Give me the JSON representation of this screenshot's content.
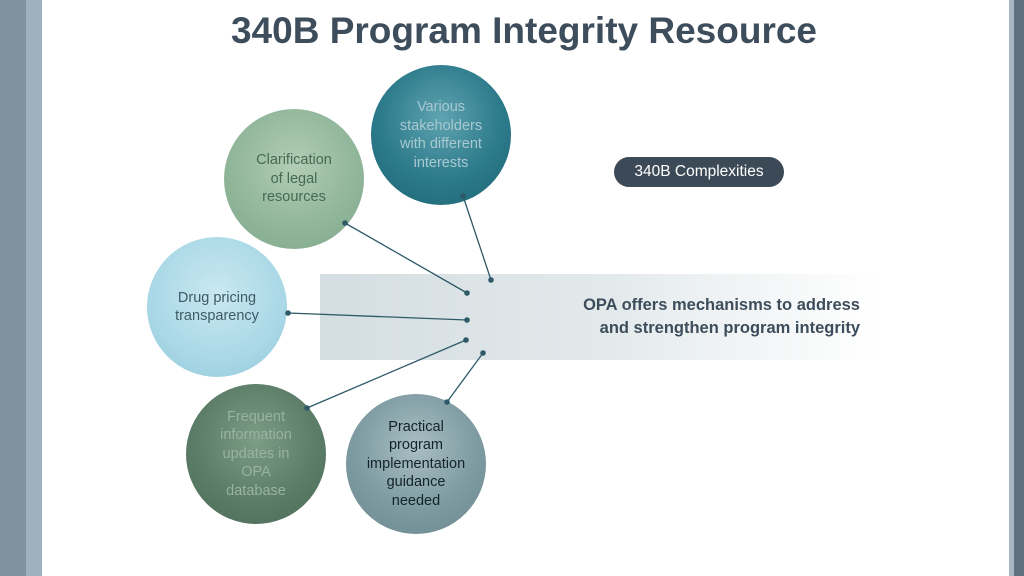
{
  "title": "340B Program Integrity Resource",
  "complexities_label": "340B Complexities",
  "banner_lines": [
    "OPA offers mechanisms to address",
    "and strengthen program integrity"
  ],
  "circles": [
    {
      "lines": [
        "Various",
        "stakeholders",
        "with different",
        "interests"
      ],
      "color": "#2c7a8a"
    },
    {
      "lines": [
        "Clarification",
        "of legal",
        "resources"
      ],
      "color": "#8fb598"
    },
    {
      "lines": [
        "Drug pricing",
        "transparency"
      ],
      "color": "#a9d8e6"
    },
    {
      "lines": [
        "Frequent",
        "information",
        "updates in",
        "OPA",
        "database"
      ],
      "color": "#5b7c66"
    },
    {
      "lines": [
        "Practical",
        "program",
        "implementation",
        "guidance",
        "needed"
      ],
      "color": "#6e8f96"
    }
  ],
  "colors": {
    "title": "#3d4d5c",
    "pill": "#3c4a57",
    "connector": "#2e5a68"
  }
}
